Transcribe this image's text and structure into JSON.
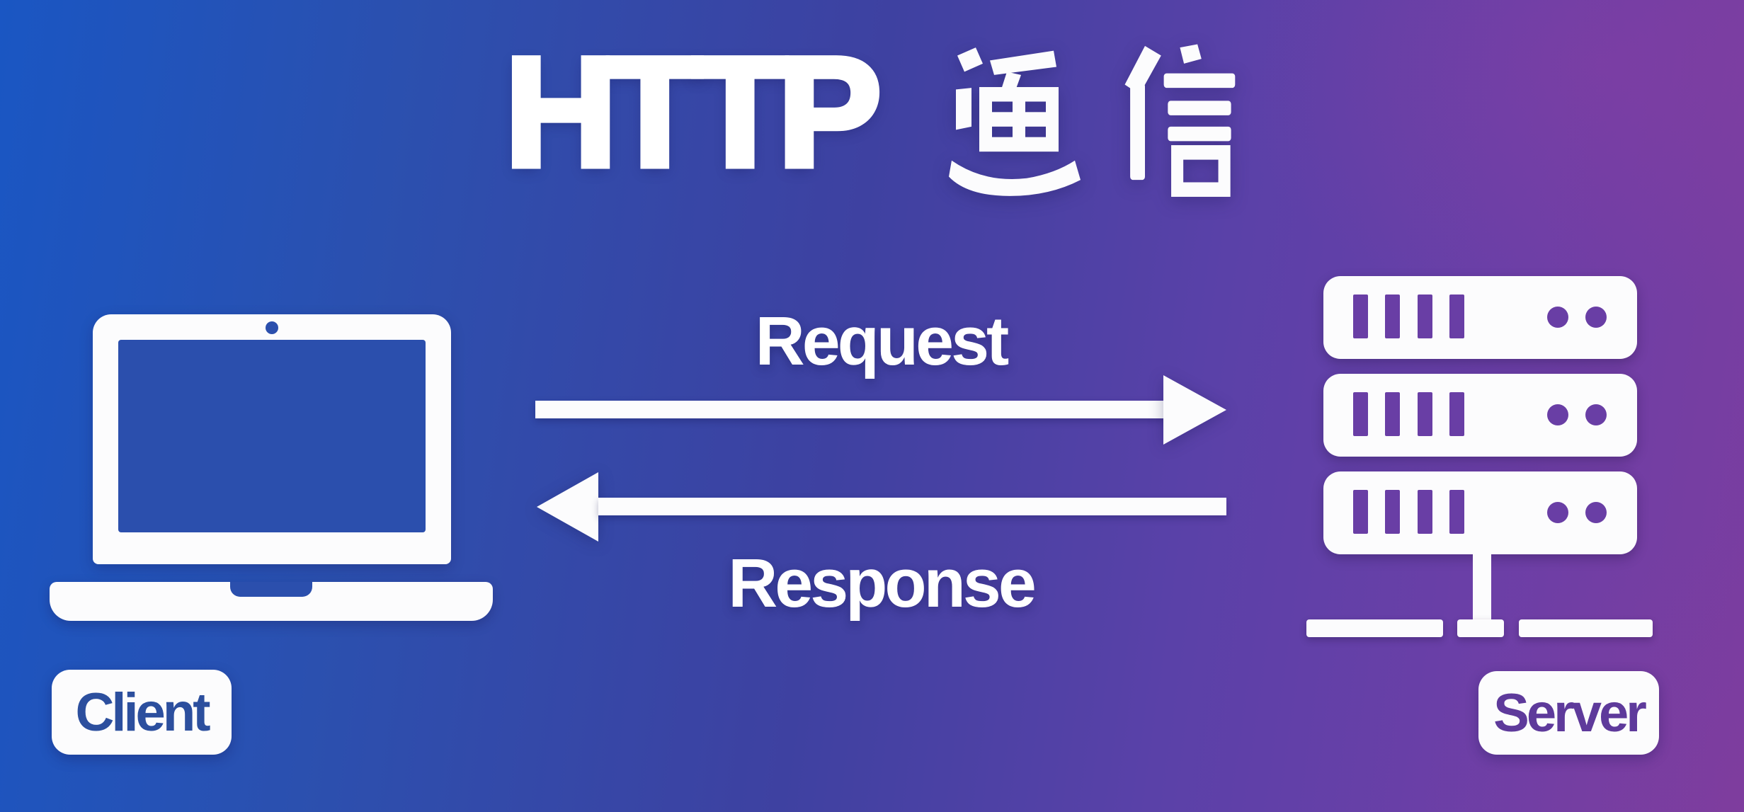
{
  "title": {
    "full": "HTTP 通信",
    "latin": "HTTP ",
    "cjk": "通信"
  },
  "nodes": {
    "client": {
      "label": "Client",
      "icon": "laptop-icon"
    },
    "server": {
      "label": "Server",
      "icon": "server-rack-icon",
      "rack_units": 3
    }
  },
  "flows": [
    {
      "label": "Request",
      "from": "Client",
      "to": "Server",
      "direction": "right"
    },
    {
      "label": "Response",
      "from": "Server",
      "to": "Client",
      "direction": "left"
    }
  ],
  "colors": {
    "bg_blue": "#1a56c3",
    "bg_indigo": "#3e41a1",
    "bg_purple": "#6a3fa7",
    "bg_magenta": "#7b3da0",
    "icon_white": "#fcfcfd",
    "screen_fill": "#2b4fad",
    "slot_purple": "#693ea5",
    "client_label_text": "#2c4f9e",
    "server_label_text": "#5e3a9b"
  }
}
